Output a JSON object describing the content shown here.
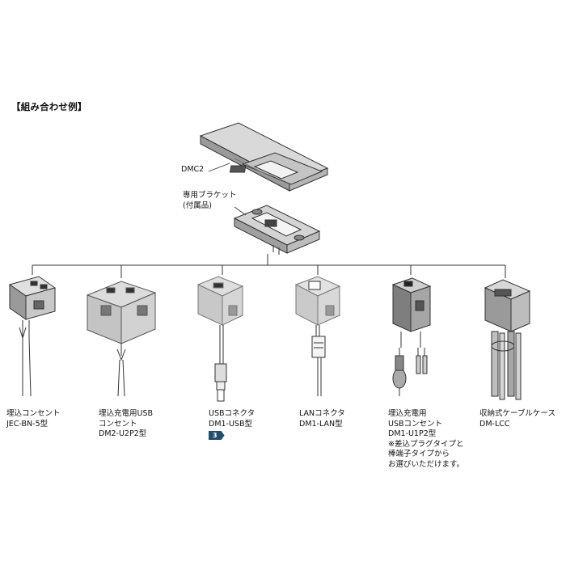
{
  "title": "【組み合わせ例】",
  "top_labels": {
    "cover": "DMC2",
    "bracket_line1": "専用ブラケット",
    "bracket_line2": "(付属品)"
  },
  "products": [
    {
      "lines": [
        "埋込コンセント",
        "JEC-BN-5型"
      ]
    },
    {
      "lines": [
        "埋込充電用USB",
        "コンセント",
        "DM2-U2P2型"
      ]
    },
    {
      "lines": [
        "USBコネクタ",
        "DM1-USB型"
      ],
      "badge": "3"
    },
    {
      "lines": [
        "LANコネクタ",
        "DM1-LAN型"
      ]
    },
    {
      "lines": [
        "埋込充電用",
        "USBコンセント",
        "DM1-U1P2型",
        "※差込プラグタイプと",
        "棒端子タイプから",
        "お選びいただけます。"
      ]
    },
    {
      "lines": [
        "収納式ケーブルケース",
        "DM-LCC"
      ]
    }
  ],
  "colors": {
    "badge": "#1f4f6e",
    "line": "#333333",
    "body_dark": "#8a8a8a",
    "body_light": "#cfcfcf"
  }
}
